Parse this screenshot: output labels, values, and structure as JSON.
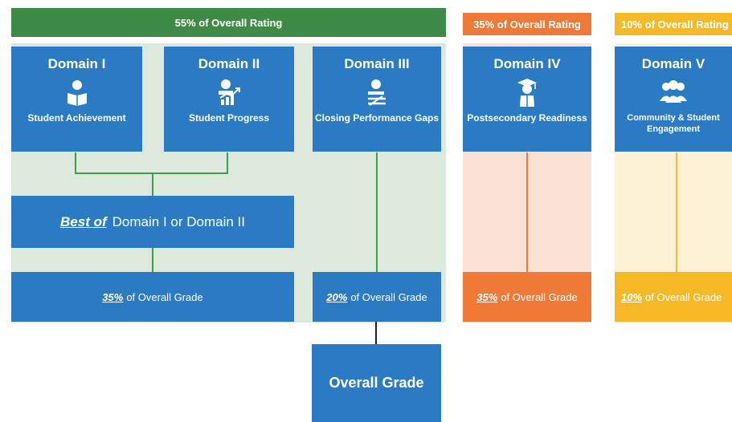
{
  "banners": {
    "green": "55% of Overall Rating",
    "orange": "35% of Overall Rating",
    "yellow": "10% of Overall Rating"
  },
  "domains": [
    {
      "title": "Domain I",
      "subtitle": "Student Achievement",
      "icon": "reading-student-icon"
    },
    {
      "title": "Domain II",
      "subtitle": "Student Progress",
      "icon": "progress-chart-student-icon"
    },
    {
      "title": "Domain III",
      "subtitle": "Closing Performance Gaps",
      "icon": "gap-closing-student-icon"
    },
    {
      "title": "Domain IV",
      "subtitle": "Postsecondary Readiness",
      "icon": "graduate-icon"
    },
    {
      "title": "Domain V",
      "subtitle": "Community & Student Engagement",
      "icon": "community-group-icon"
    }
  ],
  "best_of": {
    "emph": "Best of",
    "rest": "Domain I or Domain II"
  },
  "grades": [
    {
      "pct": "35%",
      "text": "of Overall Grade"
    },
    {
      "pct": "20%",
      "text": "of Overall Grade"
    },
    {
      "pct": "35%",
      "text": "of Overall Grade"
    },
    {
      "pct": "10%",
      "text": "of Overall Grade"
    }
  ],
  "overall": "Overall Grade",
  "colors": {
    "green": "#3e8b48",
    "orange": "#ef7a37",
    "yellow": "#f5b925",
    "blue": "#2a7bc4",
    "panel_green": "#dde9dc"
  }
}
